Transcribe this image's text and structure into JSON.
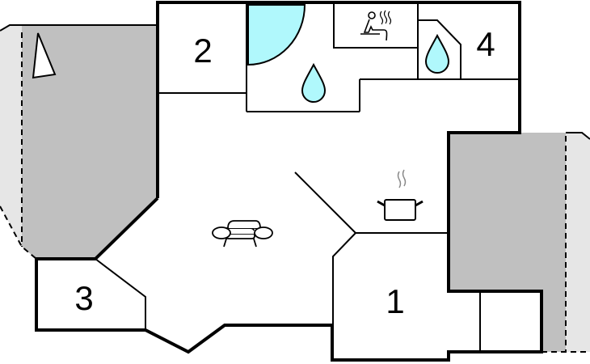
{
  "rooms": [
    {
      "label": "1"
    },
    {
      "label": "2"
    },
    {
      "label": "3"
    },
    {
      "label": "4"
    }
  ],
  "colors": {
    "terrace": "#c0c0c0",
    "outdoor": "#e6e6e6",
    "water": "#b0f8fc",
    "wall": "#000000"
  },
  "icons": [
    "compass-north-icon",
    "shower-icon",
    "water-drop-icon",
    "sauna-icon",
    "cooking-pot-icon",
    "sofa-icon"
  ]
}
